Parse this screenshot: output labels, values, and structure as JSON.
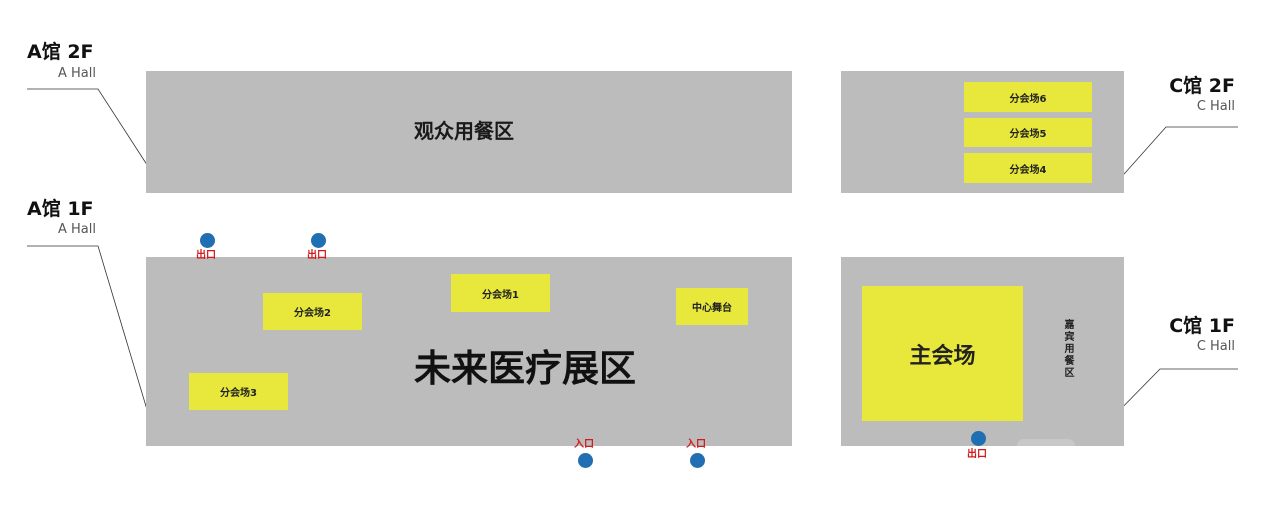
{
  "halls": {
    "a2f": {
      "title": "A馆 2F",
      "subtitle": "A Hall"
    },
    "a1f": {
      "title": "A馆 1F",
      "subtitle": "A Hall"
    },
    "c2f": {
      "title": "C馆 2F",
      "subtitle": "C Hall"
    },
    "c1f": {
      "title": "C馆 1F",
      "subtitle": "C Hall"
    }
  },
  "zones": {
    "audience_dining": "观众用餐区",
    "future_medical": "未来医疗展区",
    "vip_dining": "嘉宾用餐区"
  },
  "rooms": {
    "sub1": "分会场1",
    "sub2": "分会场2",
    "sub3": "分会场3",
    "sub4": "分会场4",
    "sub5": "分会场5",
    "sub6": "分会场6",
    "center_stage": "中心舞台",
    "main_venue": "主会场"
  },
  "markers": {
    "exit": "出口",
    "entrance": "入口"
  },
  "colors": {
    "block": "#bcbcbc",
    "room": "#e8e83c",
    "marker_dot": "#1f6fb2",
    "marker_text": "#d01a1a"
  },
  "icons": {
    "marker": "circle-marker-icon"
  }
}
